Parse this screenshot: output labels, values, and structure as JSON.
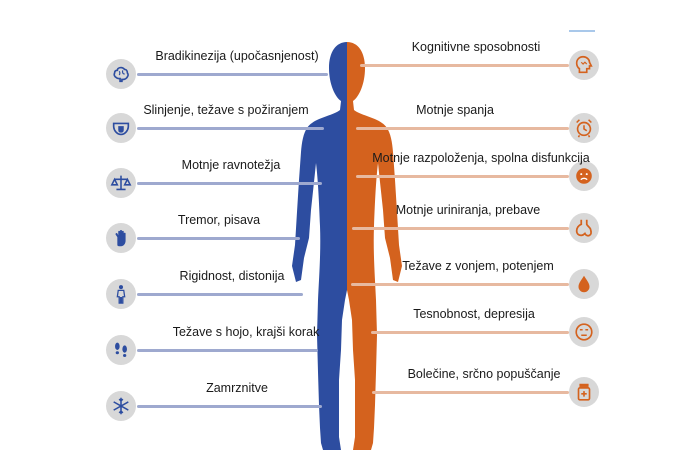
{
  "colors": {
    "left_accent": "#2d4da0",
    "right_accent": "#d4621e",
    "left_line": "#9ea9cf",
    "right_line": "#e7b9a0",
    "badge_bg": "#d8d8d8"
  },
  "motor_symptoms": [
    {
      "label": "Bradikinezija (upočasnjenost)",
      "icon": "brain-icon"
    },
    {
      "label": "Slinjenje, težave s požiranjem",
      "icon": "tongue-icon"
    },
    {
      "label": "Motnje ravnotežja",
      "icon": "scales-icon"
    },
    {
      "label": "Tremor, pisava",
      "icon": "hand-icon"
    },
    {
      "label": "Rigidnost, distonija",
      "icon": "person-icon"
    },
    {
      "label": "Težave s hojo, krajši korak",
      "icon": "footprints-icon"
    },
    {
      "label": "Zamrznitve",
      "icon": "snowflake-icon"
    }
  ],
  "non_motor_symptoms": [
    {
      "label": "Kognitivne sposobnosti",
      "icon": "head-profile-icon"
    },
    {
      "label": "Motnje spanja",
      "icon": "alarm-clock-icon"
    },
    {
      "label": "Motnje razpoloženja, spolna disfunkcija",
      "icon": "sad-face-icon"
    },
    {
      "label": "Motnje uriniranja, prebave",
      "icon": "stomach-icon"
    },
    {
      "label": "Težave z vonjem, potenjem",
      "icon": "droplet-icon"
    },
    {
      "label": "Tesnobnost, depresija",
      "icon": "worried-face-icon"
    },
    {
      "label": "Bolečine, srčno popuščanje",
      "icon": "pill-bottle-icon"
    }
  ]
}
